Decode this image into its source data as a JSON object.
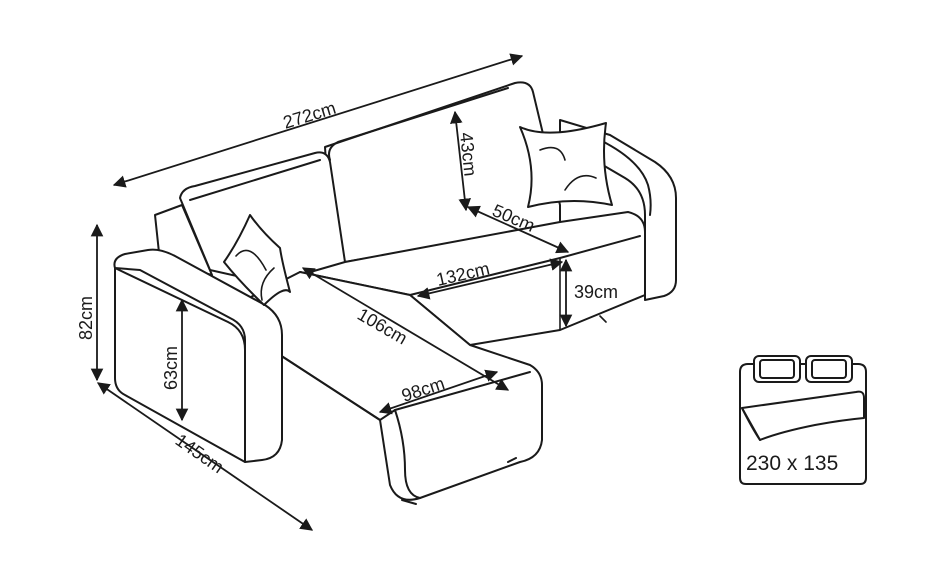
{
  "dimensions": {
    "total_length": "272cm",
    "total_height": "82cm",
    "chaise_depth": "145cm",
    "armrest_height": "63cm",
    "back_cushion_height": "43cm",
    "seat_depth": "50cm",
    "seat_width": "132cm",
    "seat_height": "39cm",
    "chaise_length": "106cm",
    "chaise_width": "98cm"
  },
  "bed": {
    "size_label": "230 x 135"
  },
  "colors": {
    "line": "#1a1a1a",
    "background": "#ffffff"
  }
}
